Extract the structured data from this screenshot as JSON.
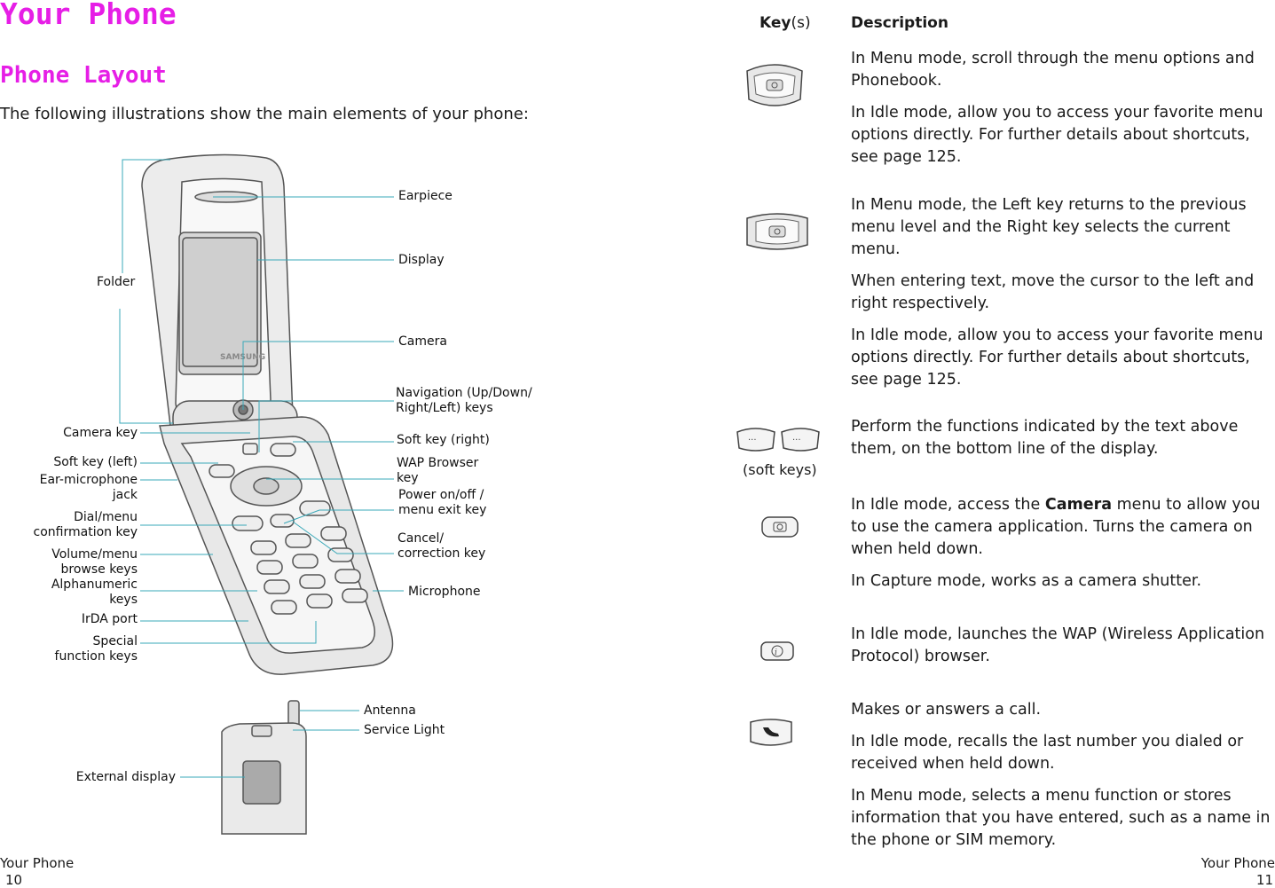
{
  "header": {
    "title": "Your Phone",
    "subtitle": "Phone Layout"
  },
  "intro": "The following illustrations show the main elements of your phone:",
  "labels": {
    "earpiece": "Earpiece",
    "display": "Display",
    "folder": "Folder",
    "camera": "Camera",
    "nav_keys_1": "Navigation (Up/Down/",
    "nav_keys_2": "Right/Left) keys",
    "camera_key": "Camera key",
    "soft_right": "Soft key (right)",
    "soft_left": "Soft key (left)",
    "wap_1": "WAP Browser",
    "wap_2": "key",
    "ear_mic_1": "Ear-microphone",
    "ear_mic_2": "jack",
    "power_1": "Power on/off /",
    "power_2": "menu exit key",
    "dial_1": "Dial/menu",
    "dial_2": "confirmation key",
    "cancel_1": "Cancel/",
    "cancel_2": "correction key",
    "volume_1": "Volume/menu",
    "volume_2": "browse keys",
    "alpha_1": "Alphanumeric",
    "alpha_2": "keys",
    "microphone": "Microphone",
    "irda": "IrDA port",
    "special_1": "Special",
    "special_2": "function keys",
    "antenna": "Antenna",
    "service_light": "Service Light",
    "external_display": "External display"
  },
  "table": {
    "col_key_bold": "Key",
    "col_key_suffix": "(s)",
    "col_desc": "Description",
    "soft_keys_caption": "(soft keys)",
    "rows": [
      {
        "p1": "In Menu mode, scroll through the menu options and Phonebook.",
        "p2": "In Idle mode, allow you to access your favorite menu options directly. For further details about shortcuts, see page 125."
      },
      {
        "p1": "In Menu mode, the Left key returns to the previous menu level and the Right key selects the current menu.",
        "p2": "When entering text, move the cursor to the left and right respectively.",
        "p3": "In Idle mode, allow you to access your favorite menu options directly. For further details about shortcuts, see page 125."
      },
      {
        "p1": "Perform the functions indicated by the text above them, on the bottom line of the display."
      },
      {
        "p1_pre": "In Idle mode, access the ",
        "p1_bold": "Camera",
        "p1_post": " menu to allow you to use the camera application. Turns the camera on when held down.",
        "p2": "In Capture mode, works as a camera shutter."
      },
      {
        "p1": "In Idle mode, launches the WAP (Wireless Application Protocol) browser."
      },
      {
        "p1": "Makes or answers a call.",
        "p2": "In Idle mode, recalls the last number you dialed or received when held down.",
        "p3": "In Menu mode, selects a menu function or stores information that you have entered, such as a name in the phone or SIM memory."
      }
    ]
  },
  "footer": {
    "left_title": "Your Phone",
    "left_page": "10",
    "right_title": "Your Phone",
    "right_page": "11"
  },
  "phone": {
    "brand": "SAMSUNG"
  },
  "colors": {
    "heading": "#e61ee6",
    "leader": "#3aa8b8"
  }
}
